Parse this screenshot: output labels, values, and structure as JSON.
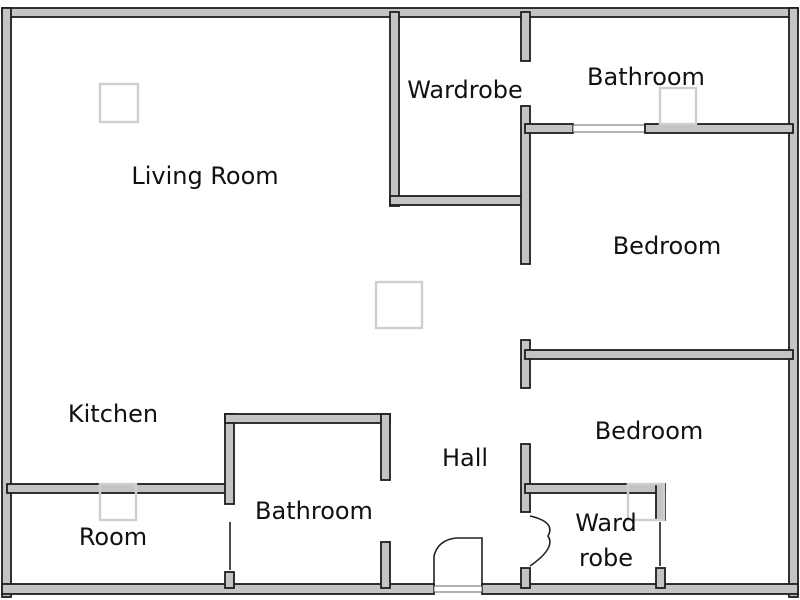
{
  "rooms": {
    "living_room": "Living Room",
    "wardrobe": "Wardrobe",
    "bathroom_top": "Bathroom",
    "bedroom_upper": "Bedroom",
    "bedroom_lower": "Bedroom",
    "kitchen": "Kitchen",
    "hall": "Hall",
    "bathroom_bottom": "Bathroom",
    "room": "Room",
    "ward_line1": "Ward",
    "ward_line2": "robe"
  }
}
